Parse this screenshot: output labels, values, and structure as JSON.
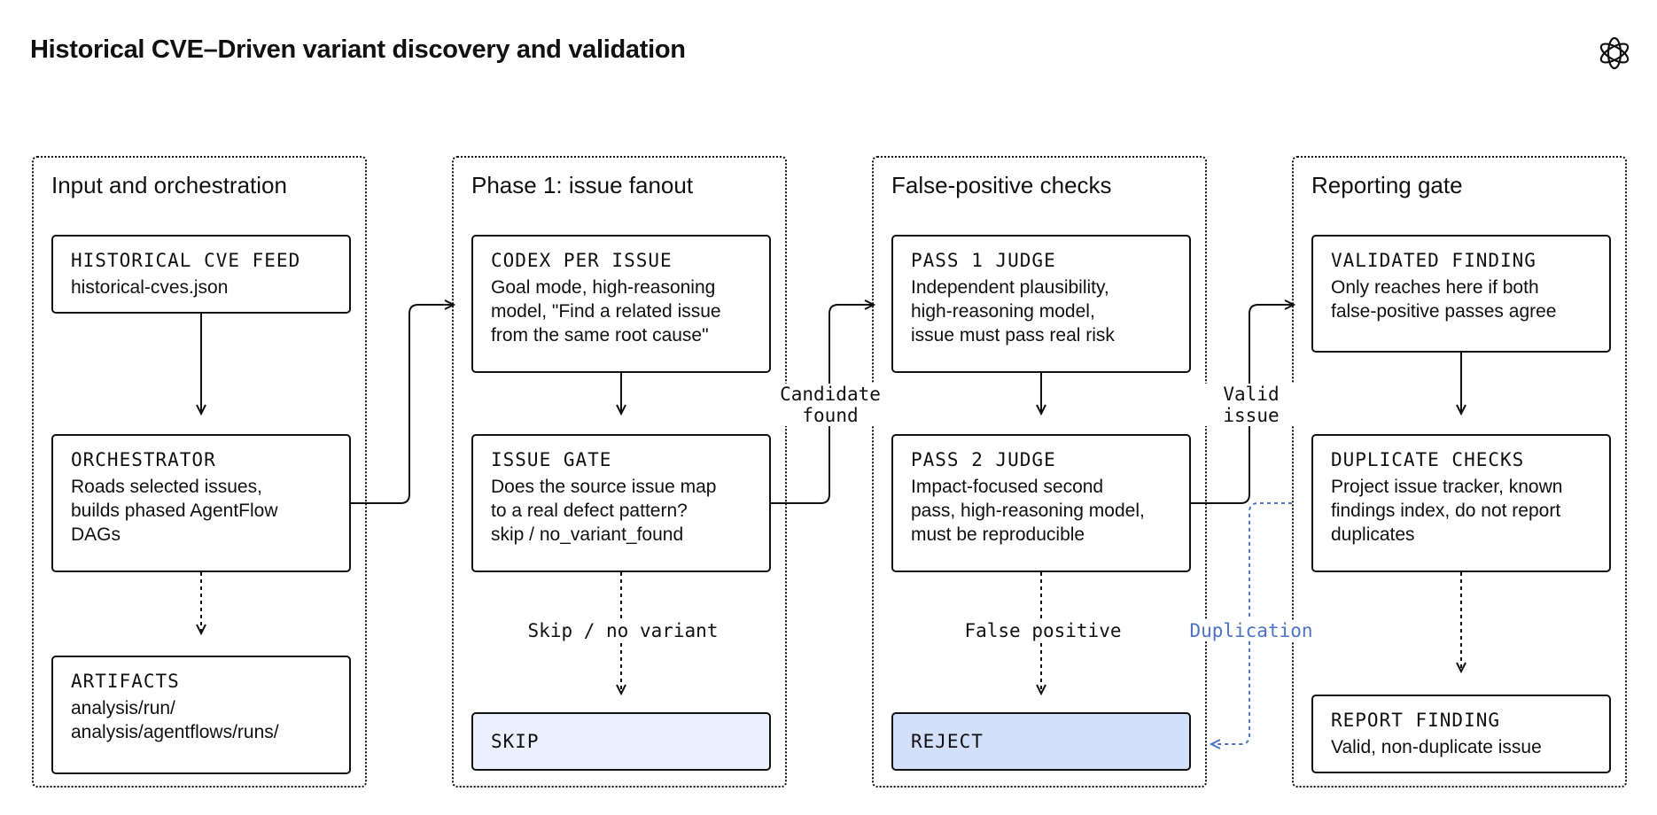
{
  "title": "Historical CVE–Driven variant discovery and validation",
  "colors": {
    "text": "#111111",
    "dup_blue": "#4d73c9",
    "skip_fill": "#eaf0fd",
    "reject_fill": "#d2e0fa"
  },
  "logo_icon": "openai-logo-icon",
  "panels": [
    {
      "title": "Input and orchestration"
    },
    {
      "title": "Phase 1: issue fanout"
    },
    {
      "title": "False-positive checks"
    },
    {
      "title": "Reporting gate"
    }
  ],
  "boxes": {
    "historical_cve_feed": {
      "title": "HISTORICAL CVE FEED",
      "lines": [
        "historical-cves.json"
      ]
    },
    "orchestrator": {
      "title": "ORCHESTRATOR",
      "lines": [
        "Roads selected issues,",
        "builds phased AgentFlow",
        "DAGs"
      ]
    },
    "artifacts": {
      "title": "ARTIFACTS",
      "lines": [
        "analysis/run/",
        "analysis/agentflows/runs/"
      ]
    },
    "codex_per_issue": {
      "title": "CODEX PER ISSUE",
      "lines": [
        "Goal mode, high-reasoning",
        "model, \"Find a related issue",
        "from the same root cause\""
      ]
    },
    "issue_gate": {
      "title": "ISSUE GATE",
      "lines": [
        "Does the source issue map",
        "to a real defect pattern?",
        "skip / no_variant_found"
      ]
    },
    "skip": {
      "title": "SKIP"
    },
    "pass1_judge": {
      "title": "PASS 1 JUDGE",
      "lines": [
        "Independent plausibility,",
        "high-reasoning model,",
        "issue must pass real risk"
      ]
    },
    "pass2_judge": {
      "title": "PASS 2 JUDGE",
      "lines": [
        "Impact-focused second",
        "pass, high-reasoning model,",
        "must be reproducible"
      ]
    },
    "reject": {
      "title": "REJECT"
    },
    "validated_finding": {
      "title": "VALIDATED FINDING",
      "lines": [
        "Only reaches here if both",
        "false-positive passes agree"
      ]
    },
    "duplicate_checks": {
      "title": "DUPLICATE CHECKS",
      "lines": [
        "Project issue tracker, known",
        "findings index, do not report",
        "duplicates"
      ]
    },
    "report_finding": {
      "title": "REPORT FINDING",
      "lines": [
        "Valid, non-duplicate issue"
      ]
    }
  },
  "edge_labels": {
    "candidate_found": [
      "Candidate",
      "found"
    ],
    "valid_issue": [
      "Valid",
      "issue"
    ],
    "skip_no_variant": "Skip / no variant",
    "false_positive": "False positive",
    "duplication": "Duplication"
  }
}
